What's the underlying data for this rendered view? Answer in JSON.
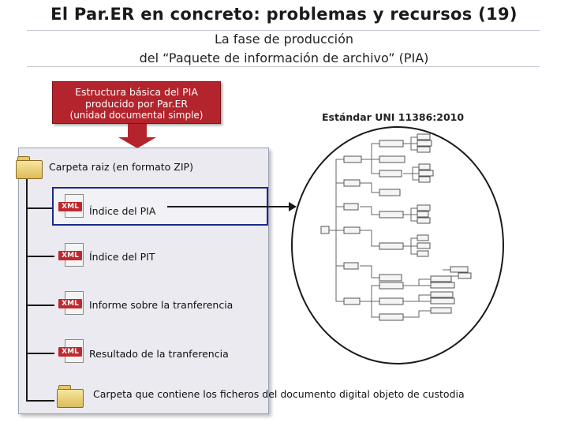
{
  "header": {
    "title": "El Par.ER en concreto: problemas y recursos (19)",
    "subtitle_line1": "La fase de producción",
    "subtitle_line2": "del “Paquete de información de archivo” (PIA)"
  },
  "callout": {
    "line1": "Estructura básica del PIA",
    "line2": "producido por Par.ER",
    "line3": "(unidad documental simple)"
  },
  "standard_label": "Estándar UNI 11386:2010",
  "tree": {
    "root_label": "Carpeta raiz (en formato ZIP)",
    "items": [
      {
        "label": "Índice del PIA",
        "icon": "xml-file-icon",
        "badge": "XML"
      },
      {
        "label": "Índice del PIT",
        "icon": "xml-file-icon",
        "badge": "XML"
      },
      {
        "label": "Informe sobre la tranferencia",
        "icon": "xml-file-icon",
        "badge": "XML"
      },
      {
        "label": "Resultado de la tranferencia",
        "icon": "xml-file-icon",
        "badge": "XML"
      },
      {
        "label": "Carpeta que contiene los ficheros del documento digital objeto de custodia",
        "icon": "folder-icon"
      }
    ]
  },
  "colors": {
    "accent_red": "#b4242c",
    "highlight_border": "#1c2a8a",
    "panel_bg": "#eaeaf0"
  }
}
